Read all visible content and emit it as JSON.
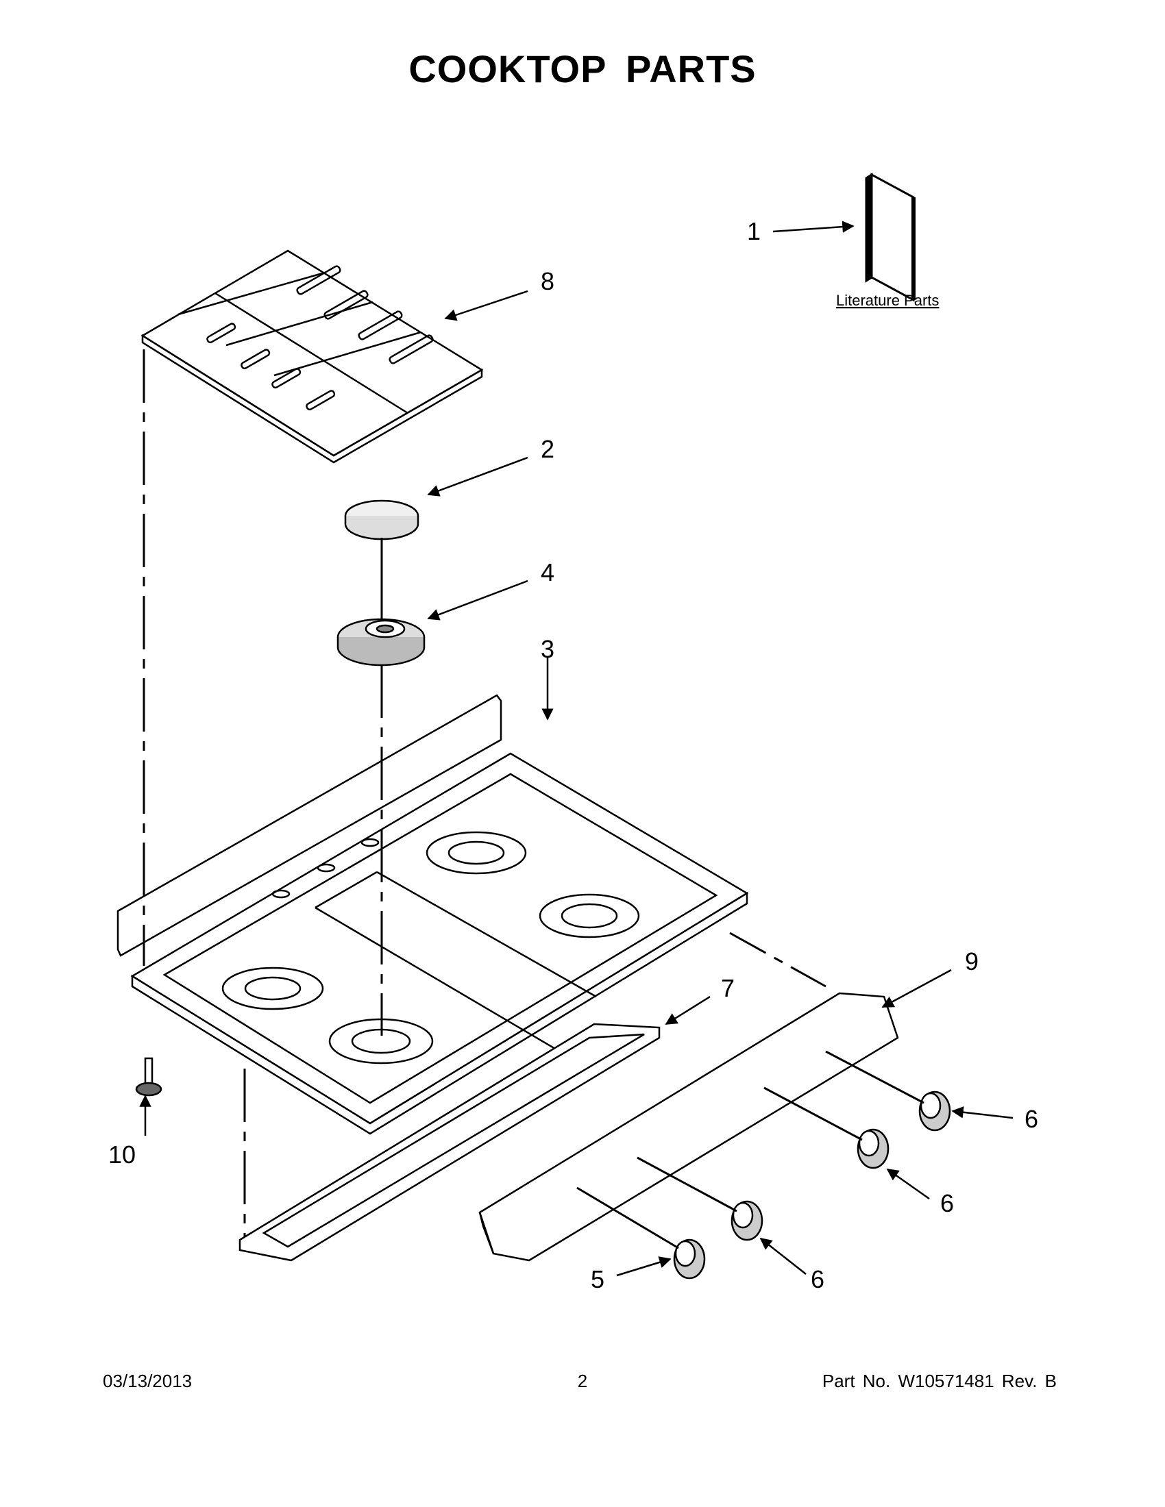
{
  "page": {
    "title": "COOKTOP PARTS",
    "footer": {
      "date": "03/13/2013",
      "page_number": "2",
      "part_number": "Part No.  W10571481  Rev.  B"
    }
  },
  "diagram": {
    "literature_label": "Literature Parts",
    "callouts": {
      "c1": "1",
      "c2": "2",
      "c3": "3",
      "c4": "4",
      "c5": "5",
      "c6a": "6",
      "c6b": "6",
      "c6c": "6",
      "c7": "7",
      "c8": "8",
      "c9": "9",
      "c10": "10"
    }
  }
}
